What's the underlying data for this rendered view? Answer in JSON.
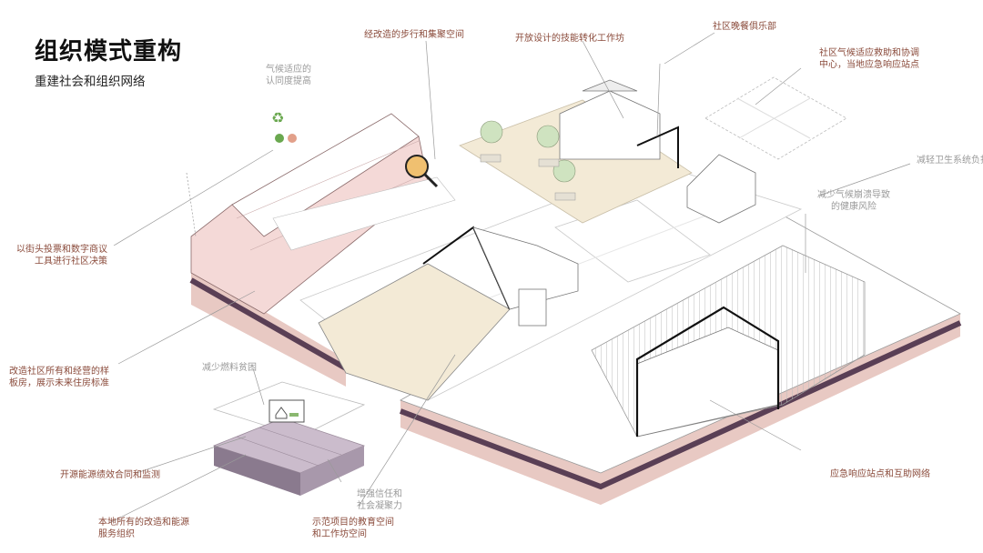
{
  "header": {
    "title": "组织模式重构",
    "subtitle": "重建社会和组织网络"
  },
  "colors": {
    "label_red": "#8a4a3a",
    "label_grey": "#9a9a9a",
    "soil_pink": "#e8c9c3",
    "soil_dark": "#5a3f55",
    "plaza_beige": "#f3ead6",
    "house_pink": "#f4d9d7",
    "accent_orange": "#e09a3a"
  },
  "labels": {
    "climate_awareness": [
      "气候适应的",
      "认同度提高"
    ],
    "streetscape_paths": "经改造的步行和集聚空间",
    "open_design_workshop": "开放设计的技能转化工作坊",
    "community_supper_club": "社区晚餐俱乐部",
    "climate_aid_center": [
      "社区气候适应救助和协调",
      "中心，当地应急响应站点"
    ],
    "reduce_health_burden": "减轻卫生系统负担",
    "reduce_health_risk": [
      "减少气候崩溃导致",
      "的健康风险"
    ],
    "community_decision": [
      "以街头投票和数字商议",
      "工具进行社区决策"
    ],
    "model_house": [
      "改造社区所有和经营的样",
      "板房，展示未来住房标准"
    ],
    "reduce_fuel_poverty": "减少燃料贫困",
    "energy_contract": "开源能源绩效合同和监测",
    "trust_cohesion": [
      "增强信任和",
      "社会凝聚力"
    ],
    "local_service_org": [
      "本地所有的改造和能源",
      "服务组织"
    ],
    "demo_education_space": [
      "示范项目的教育空间",
      "和工作坊空间"
    ],
    "emergency_network": "应急响应站点和互助网络"
  },
  "icons": [
    "recycle-icon",
    "check-icon",
    "magnifier-icon",
    "house-monitor-icon"
  ]
}
